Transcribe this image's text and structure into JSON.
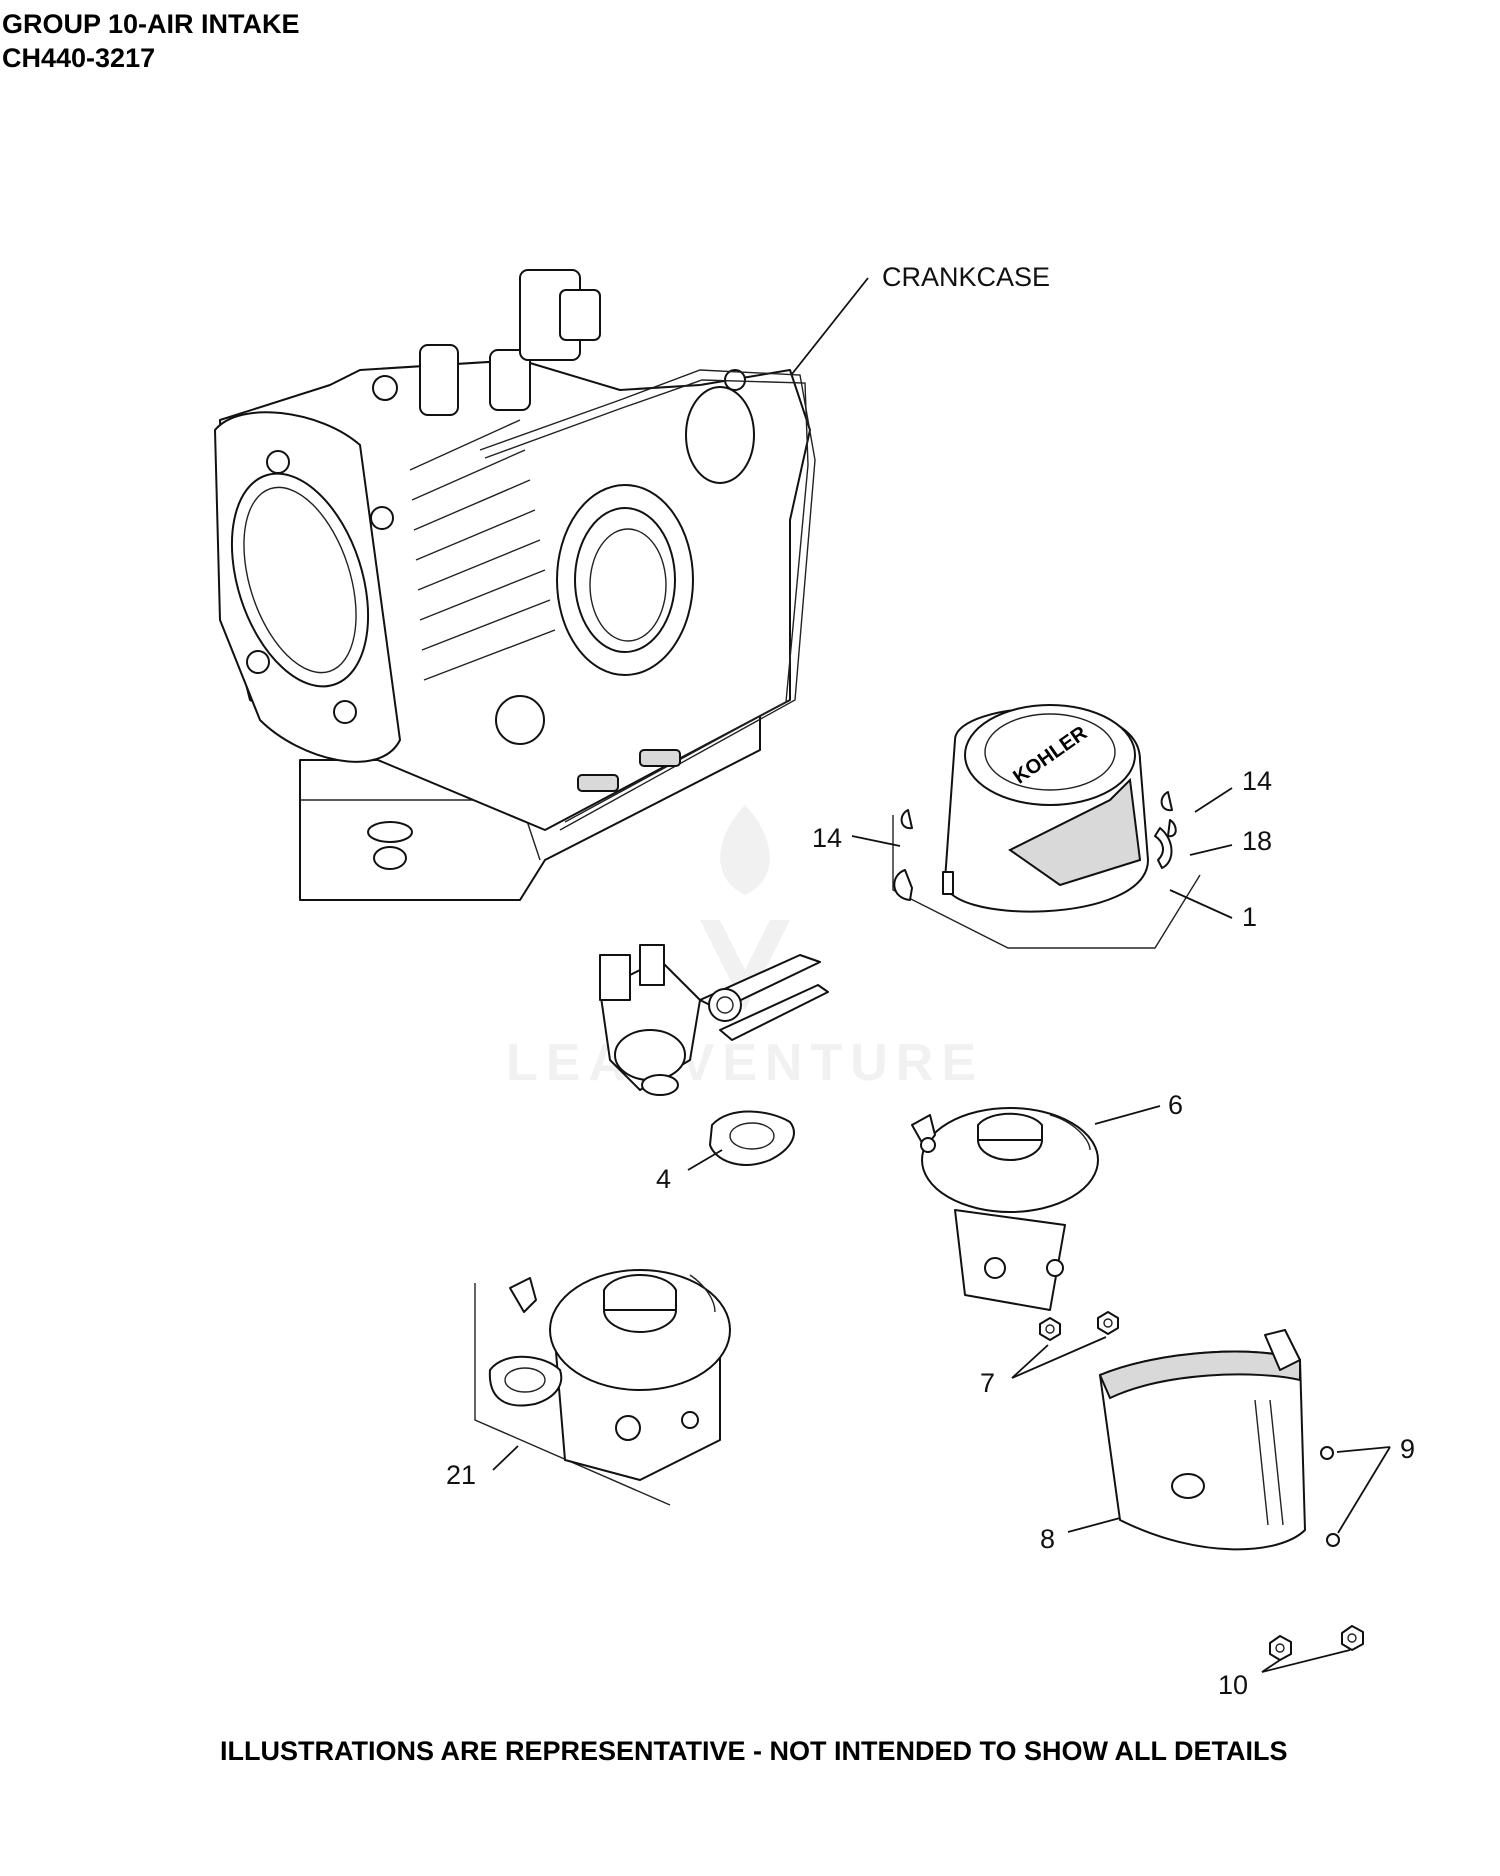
{
  "header": {
    "title": "GROUP 10-AIR INTAKE",
    "model": "CH440-3217"
  },
  "callouts": {
    "crankcase": "CRANKCASE",
    "p14_left": "14",
    "p14_right": "14",
    "p18": "18",
    "p1": "1",
    "p6": "6",
    "p4": "4",
    "p7": "7",
    "p9": "9",
    "p8": "8",
    "p21": "21",
    "p10": "10"
  },
  "footer": {
    "note": "ILLUSTRATIONS ARE REPRESENTATIVE - NOT INTENDED TO SHOW ALL DETAILS"
  },
  "watermark": {
    "text": "LEADVENTURE",
    "color": "#e6e6e6"
  },
  "icons": {
    "watermark": "flame-logo-icon",
    "cover_brand": "KOHLER"
  }
}
